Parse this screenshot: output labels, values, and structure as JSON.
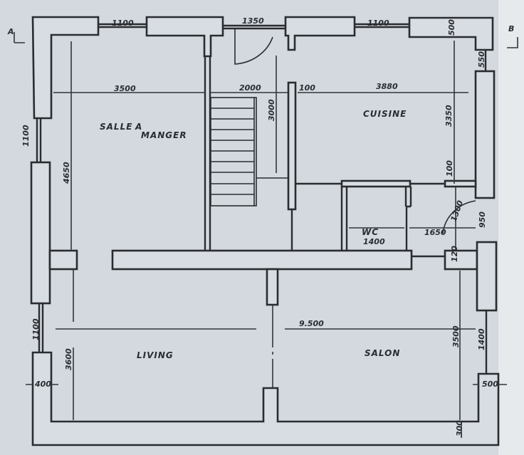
{
  "section_markers": {
    "a": "A",
    "b": "B"
  },
  "rooms": {
    "salle_line1": "SALLE",
    "salle_line2": "A",
    "salle_line3": "MANGER",
    "cuisine": "CUISINE",
    "wc": "WC",
    "living": "LIVING",
    "salon": "SALON"
  },
  "dimensions": {
    "top_window_left": "1100",
    "top_door": "1350",
    "top_window_right": "1100",
    "top_right_wall": "500",
    "right_upper_pier": "550",
    "salle_width": "3500",
    "stair_width": "2000",
    "partition_thickness": "100",
    "cuisine_width": "3880",
    "stair_length": "3000",
    "cuisine_depth": "3350",
    "left_upper_window": "1100",
    "salle_depth": "4650",
    "small_wall": "100",
    "wc_width": "1400",
    "hall_width": "1650",
    "door_1300": "1300",
    "right_950": "950",
    "right_120": "120",
    "total_width": "9.500",
    "salon_depth": "3500",
    "right_lower_window": "1400",
    "living_depth": "3600",
    "left_lower_window": "1100",
    "left_wall_thickness": "400",
    "right_wall_thickness": "500",
    "bottom_wall": "300"
  }
}
